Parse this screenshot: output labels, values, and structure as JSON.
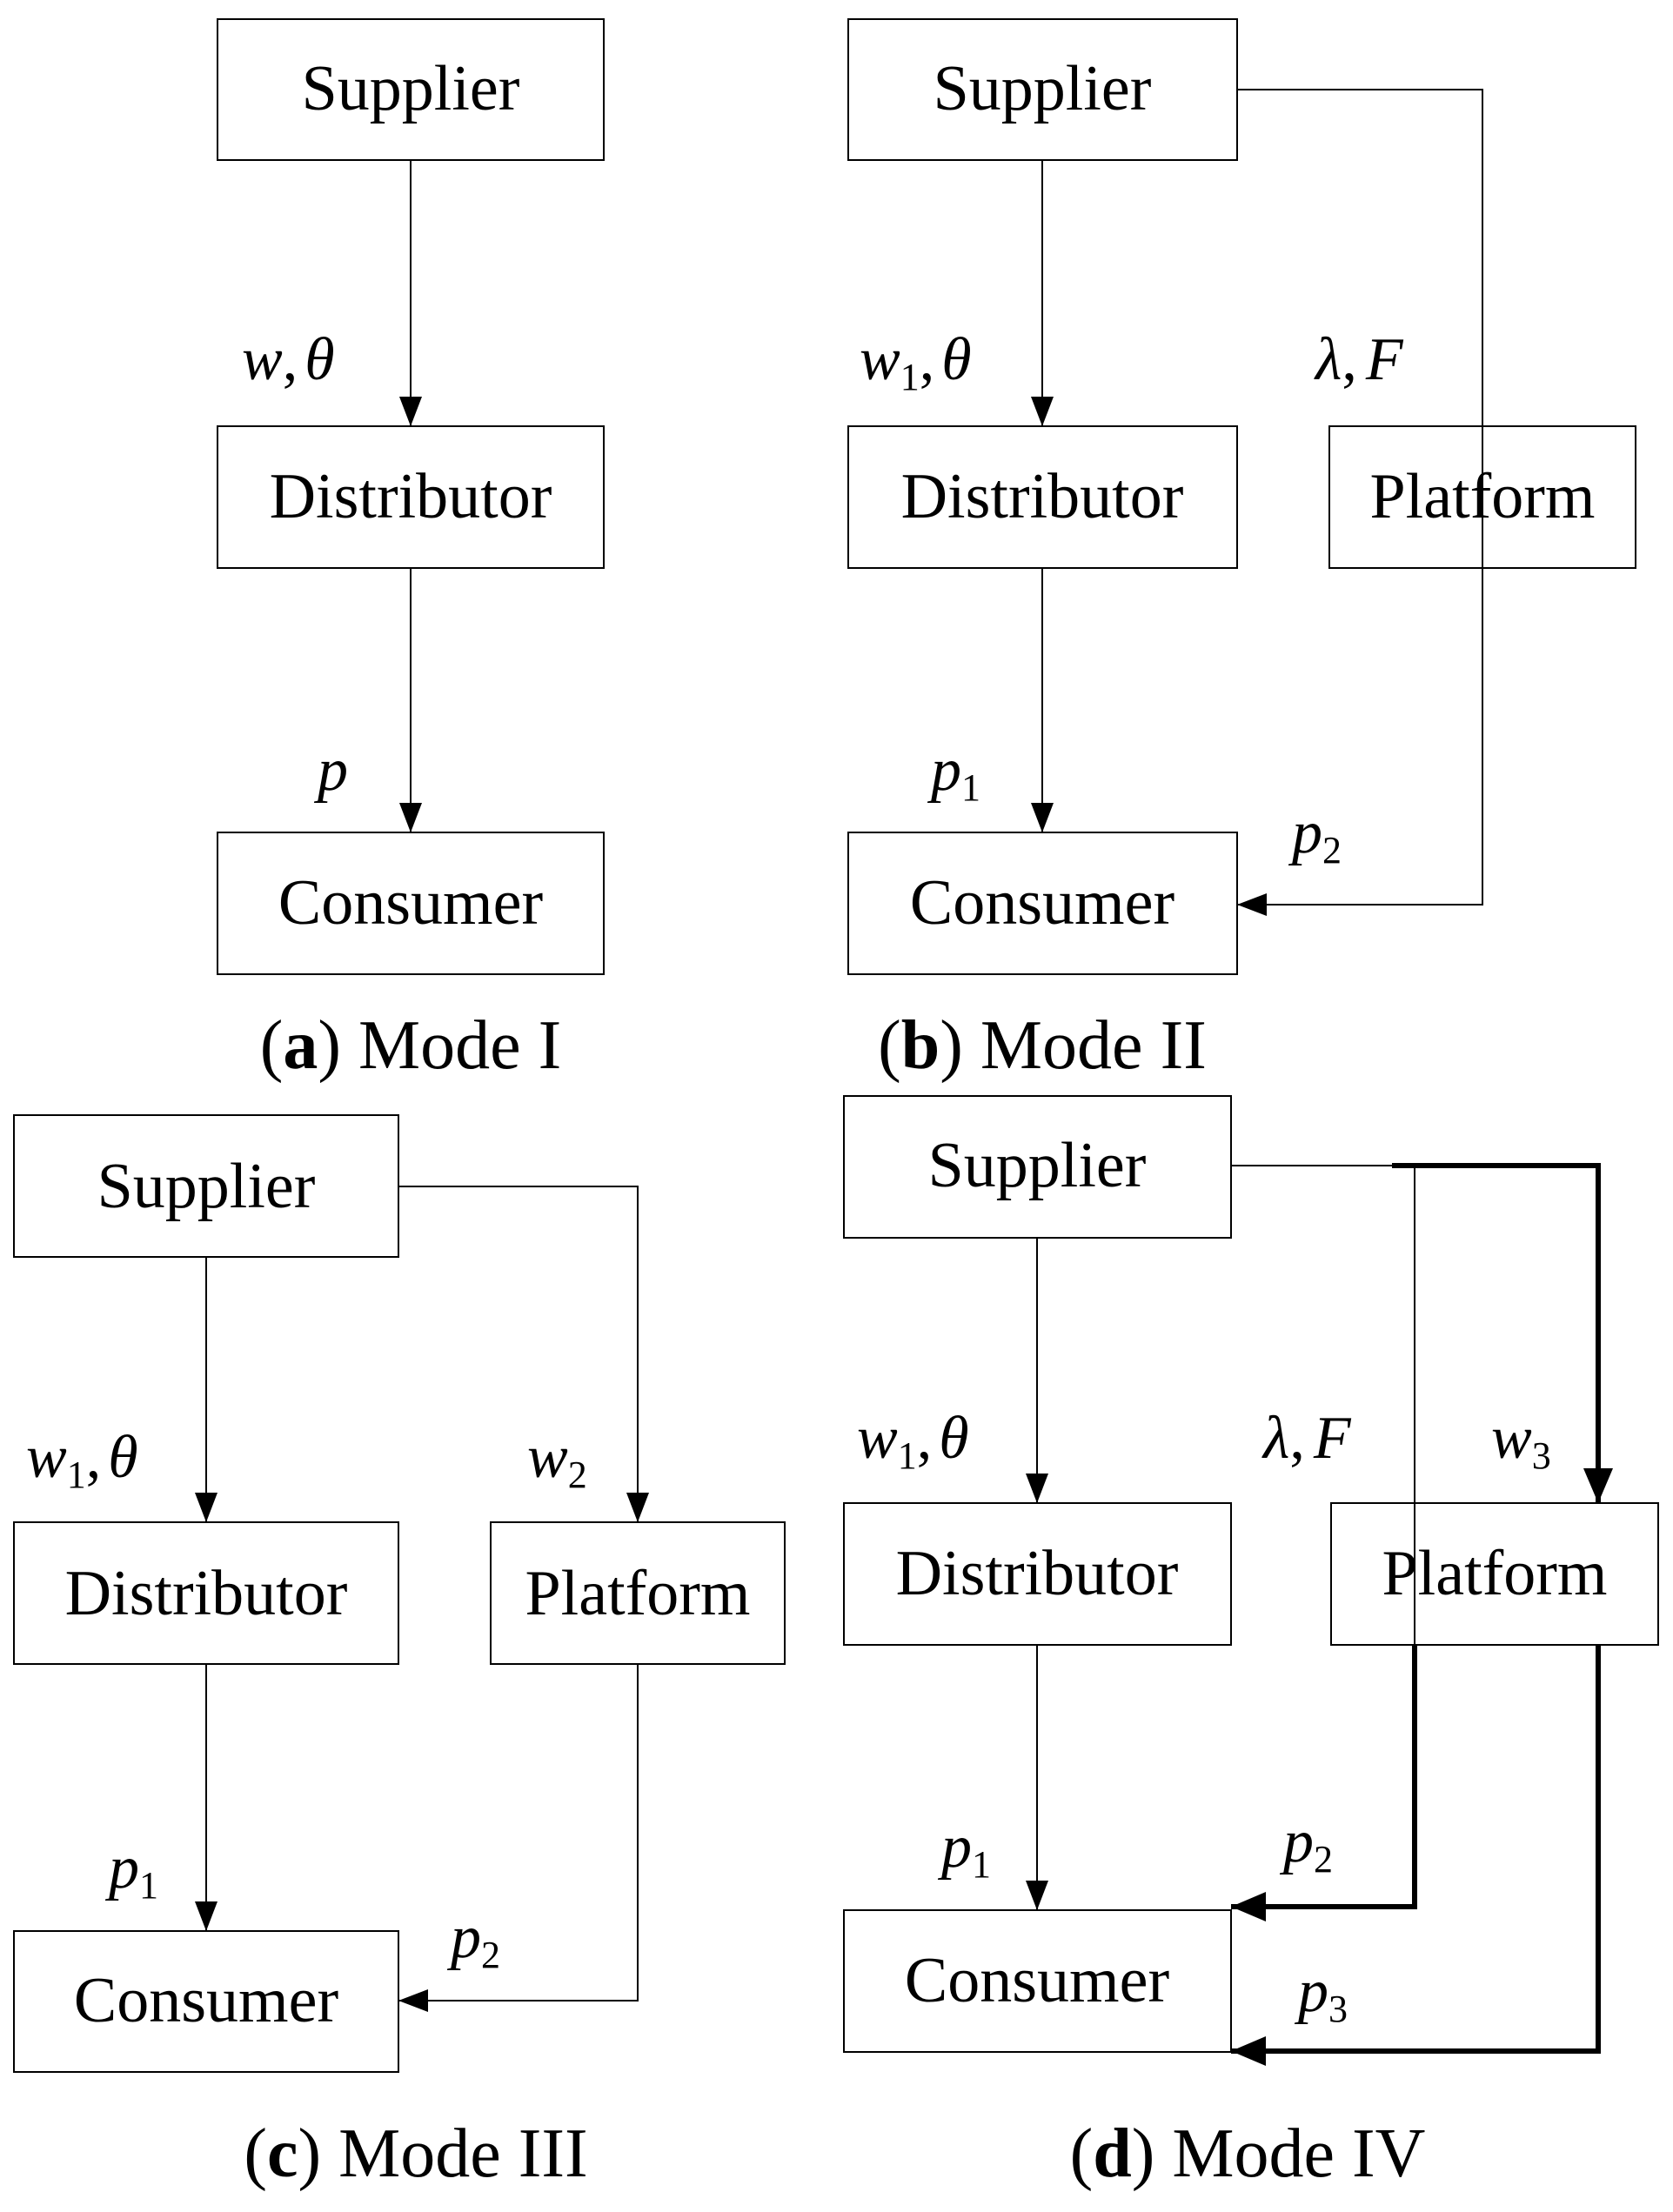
{
  "labels": {
    "supplier": "Supplier",
    "distributor": "Distributor",
    "platform": "Platform",
    "consumer": "Consumer"
  },
  "vars": {
    "w": "w",
    "theta": "θ",
    "comma": ",",
    "p": "p",
    "lambda": "λ",
    "F": "F",
    "sub1": "1",
    "sub2": "2",
    "sub3": "3"
  },
  "captions": {
    "a": {
      "open": "(",
      "letter": "a",
      "close": ")",
      "title": " Mode I"
    },
    "b": {
      "open": "(",
      "letter": "b",
      "close": ")",
      "title": " Mode II"
    },
    "c": {
      "open": "(",
      "letter": "c",
      "close": ")",
      "title": " Mode III"
    },
    "d": {
      "open": "(",
      "letter": "d",
      "close": ")",
      "title": " Mode IV"
    }
  }
}
